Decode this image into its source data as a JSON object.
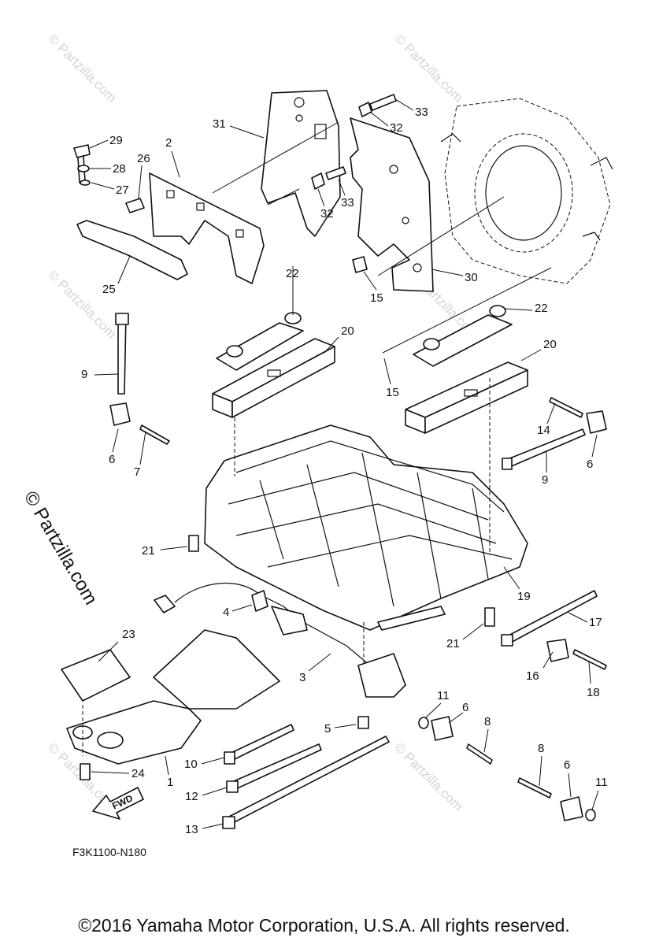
{
  "diagram": {
    "code": "F3K1100-N180",
    "fwd_label": "FWD",
    "callouts": [
      "1",
      "2",
      "3",
      "4",
      "5",
      "6",
      "6",
      "6",
      "6",
      "7",
      "8",
      "8",
      "9",
      "9",
      "10",
      "11",
      "11",
      "12",
      "13",
      "14",
      "15",
      "15",
      "16",
      "17",
      "18",
      "19",
      "20",
      "20",
      "21",
      "21",
      "22",
      "22",
      "23",
      "24",
      "25",
      "26",
      "27",
      "28",
      "29",
      "30",
      "31",
      "32",
      "32",
      "33",
      "33"
    ]
  },
  "watermark": {
    "text": "© Partzilla.com"
  },
  "footer": {
    "copyright": "©2016  Yamaha Motor Corporation, U.S.A. All rights reserved."
  }
}
